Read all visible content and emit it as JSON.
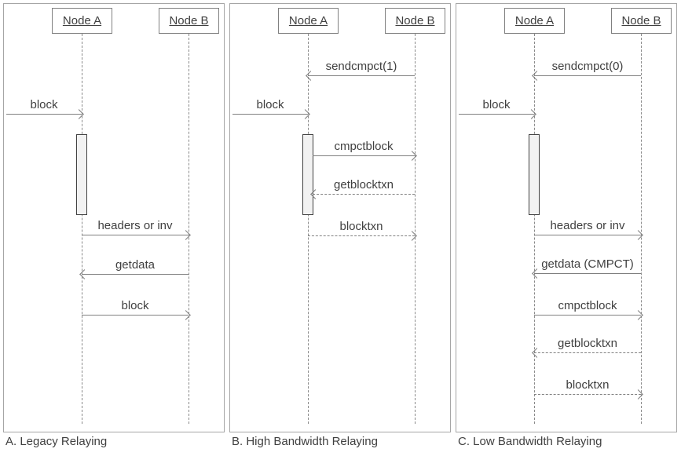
{
  "diagram_type": "sequence-diagram",
  "colors": {
    "line": "#808080",
    "text": "#404040",
    "panel_border": "#a6a6a6",
    "activation_fill": "#f2f2f2",
    "activation_border": "#404040",
    "background": "#ffffff"
  },
  "panels": [
    {
      "caption": "A. Legacy Relaying",
      "nodes": {
        "a": "Node A",
        "b": "Node B"
      },
      "messages": [
        {
          "label": "block",
          "from": "external",
          "to": "Node A",
          "style": "solid"
        },
        {
          "label": "headers or inv",
          "from": "Node A",
          "to": "Node B",
          "style": "solid"
        },
        {
          "label": "getdata",
          "from": "Node B",
          "to": "Node A",
          "style": "solid"
        },
        {
          "label": "block",
          "from": "Node A",
          "to": "Node B",
          "style": "solid"
        }
      ]
    },
    {
      "caption": "B. High Bandwidth Relaying",
      "nodes": {
        "a": "Node A",
        "b": "Node B"
      },
      "messages": [
        {
          "label": "sendcmpct(1)",
          "from": "Node B",
          "to": "Node A",
          "style": "solid"
        },
        {
          "label": "block",
          "from": "external",
          "to": "Node A",
          "style": "solid"
        },
        {
          "label": "cmpctblock",
          "from": "Node A",
          "to": "Node B",
          "style": "solid"
        },
        {
          "label": "getblocktxn",
          "from": "Node B",
          "to": "Node A",
          "style": "dashed"
        },
        {
          "label": "blocktxn",
          "from": "Node A",
          "to": "Node B",
          "style": "dashed"
        }
      ]
    },
    {
      "caption": "C. Low Bandwidth Relaying",
      "nodes": {
        "a": "Node A",
        "b": "Node B"
      },
      "messages": [
        {
          "label": "sendcmpct(0)",
          "from": "Node B",
          "to": "Node A",
          "style": "solid"
        },
        {
          "label": "block",
          "from": "external",
          "to": "Node A",
          "style": "solid"
        },
        {
          "label": "headers or inv",
          "from": "Node A",
          "to": "Node B",
          "style": "solid"
        },
        {
          "label": "getdata (CMPCT)",
          "from": "Node B",
          "to": "Node A",
          "style": "solid"
        },
        {
          "label": "cmpctblock",
          "from": "Node A",
          "to": "Node B",
          "style": "solid"
        },
        {
          "label": "getblocktxn",
          "from": "Node B",
          "to": "Node A",
          "style": "dashed"
        },
        {
          "label": "blocktxn",
          "from": "Node A",
          "to": "Node B",
          "style": "dashed"
        }
      ]
    }
  ]
}
